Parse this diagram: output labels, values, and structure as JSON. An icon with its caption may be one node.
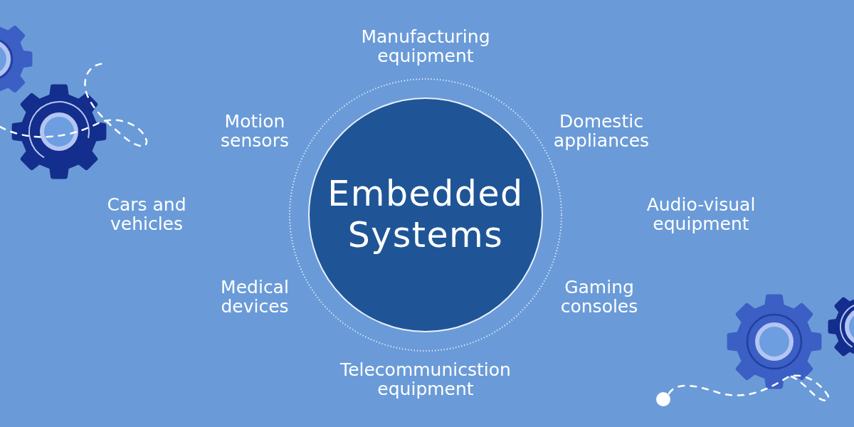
{
  "diagram": {
    "nodes": [
      {
        "text": [
          "Embedded Systems"
        ]
      }
    ],
    "labels": [
      "Manufacturing equipment",
      "Motion sensors",
      "Domestic appliances",
      "Cars and vehicles",
      "Audio-visual equipment",
      "Medical devices",
      "Gaming consoles",
      "Telecommunicstion equipment"
    ]
  }
}
